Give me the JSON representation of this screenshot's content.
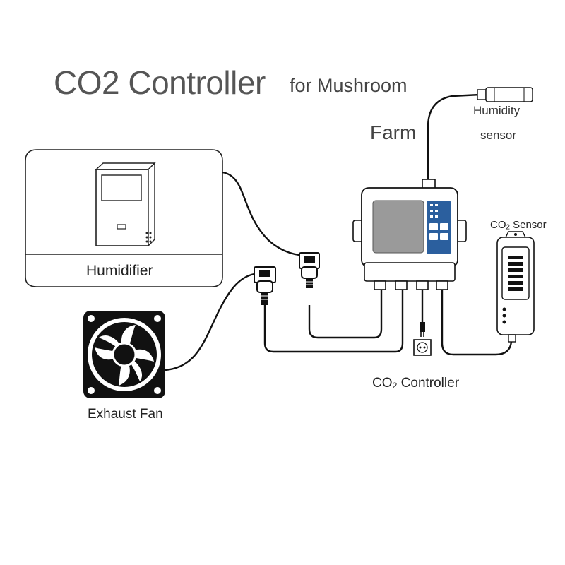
{
  "title": {
    "main": "CO2 Controller",
    "sub": "for Mushroom",
    "line2": "Farm"
  },
  "labels": {
    "humidity_sensor_line1": "Humidity",
    "humidity_sensor_line2": "sensor",
    "humidifier": "Humidifier",
    "co2_sensor_prefix": "CO",
    "co2_sensor_subscript": "2",
    "co2_sensor_suffix": " Sensor",
    "exhaust_fan": "Exhaust Fan",
    "controller_prefix": "CO",
    "controller_subscript": "2",
    "controller_suffix": " Controller"
  },
  "colors": {
    "panel_blue": "#2b5f9e",
    "screen_gray": "#9a9a9a",
    "line": "#111111"
  }
}
